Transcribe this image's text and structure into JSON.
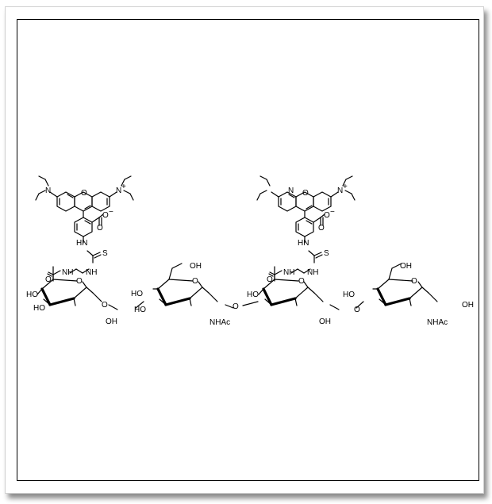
{
  "labels": {
    "nEt2": "N",
    "nPlus": "N",
    "plus": "+",
    "oRing": "O",
    "carboxylate": "O",
    "carbonylO": "O",
    "minus": "−",
    "hn": "HN",
    "s": "S",
    "nh": "NH",
    "amideO": "O",
    "ho": "HO",
    "oh": "OH",
    "o": "O",
    "nhac": "NHAc"
  }
}
